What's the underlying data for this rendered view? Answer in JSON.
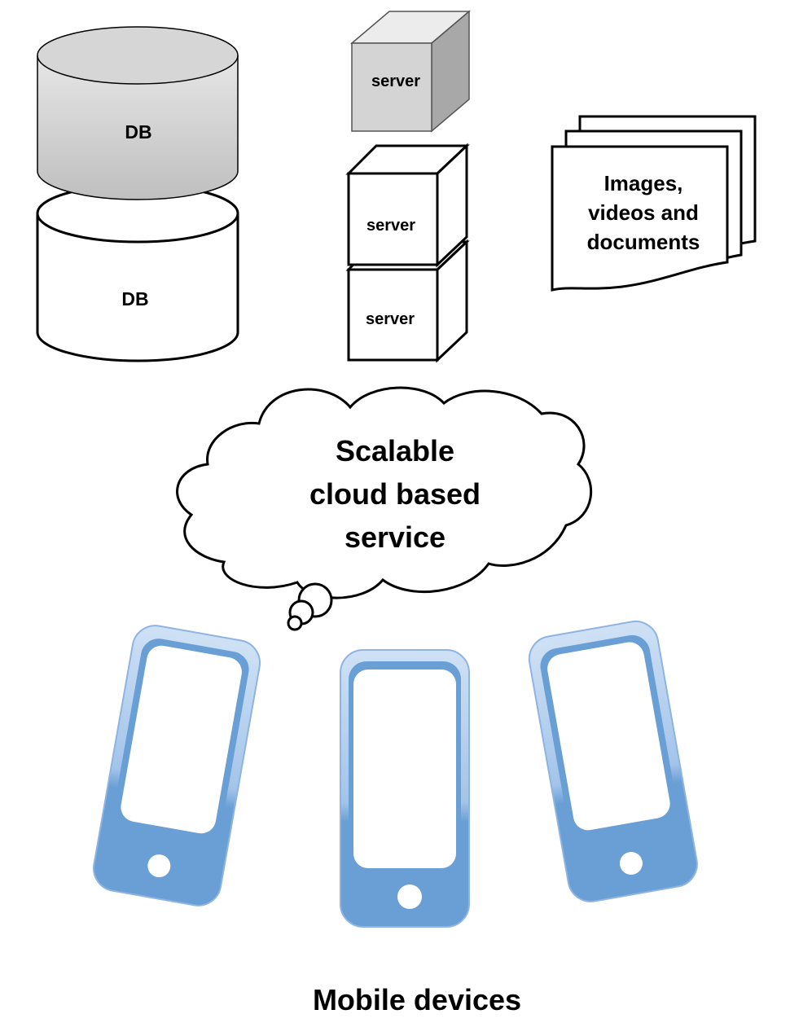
{
  "databases": [
    {
      "label": "DB",
      "fill": "#d9d9d9"
    },
    {
      "label": "DB",
      "fill": "#ffffff"
    }
  ],
  "servers": [
    {
      "label": "server",
      "fill": "#d4d4d4"
    },
    {
      "label": "server",
      "fill": "#ffffff"
    },
    {
      "label": "server",
      "fill": "#ffffff"
    }
  ],
  "documents": {
    "lines": [
      "Images,",
      "videos and",
      "documents"
    ]
  },
  "cloud": {
    "lines": [
      "Scalable",
      "cloud based",
      "service"
    ]
  },
  "devices": {
    "count": 3,
    "body_color": "#6a9fd6",
    "body_light_color": "#c4daf2",
    "screen_color": "#ffffff"
  },
  "caption": "Mobile devices"
}
